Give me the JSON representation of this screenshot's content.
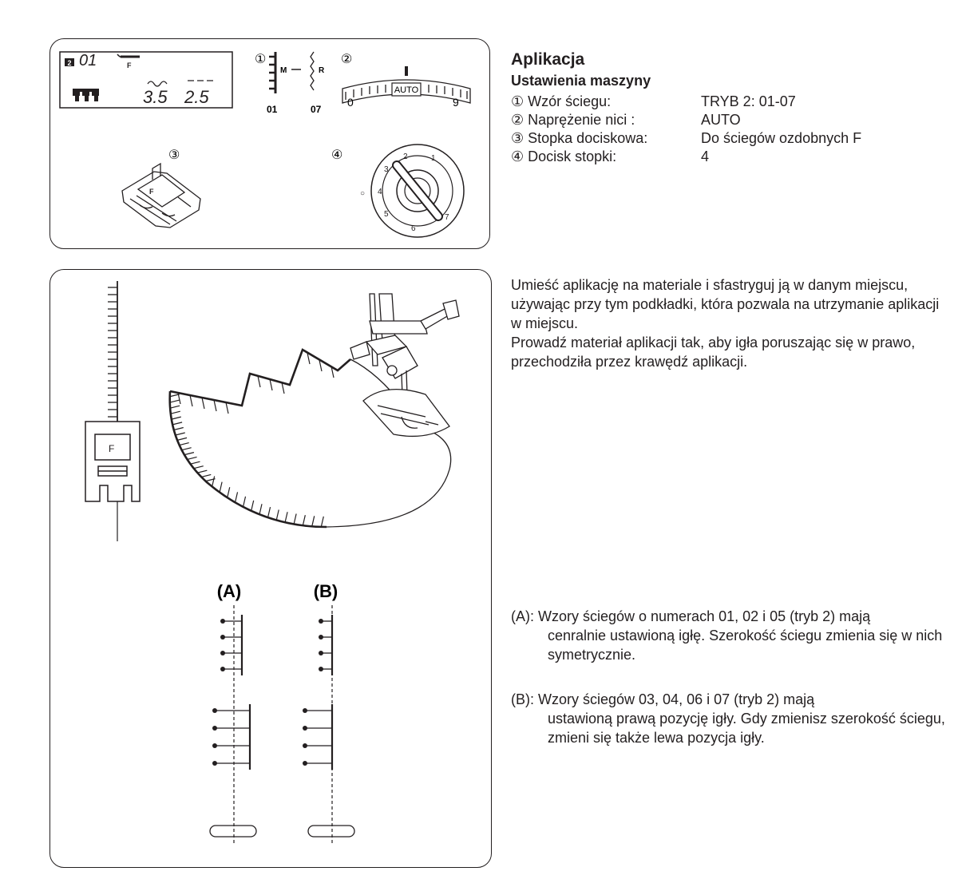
{
  "settings_panel": {
    "lcd": {
      "mode_icon_number": "2",
      "pattern_number": "01",
      "foot_letter": "F",
      "width_value": "3.5",
      "length_value": "2.5"
    },
    "callouts": [
      "①",
      "②",
      "③",
      "④"
    ],
    "stitch_pattern": {
      "left_tag": "M",
      "right_tag": "R",
      "first_number": "01",
      "last_number": "07"
    },
    "tension_dial": {
      "auto_label": "AUTO",
      "min_label": "0",
      "max_label": "9"
    },
    "pressure_dial": {
      "numbers": [
        "1",
        "2",
        "3",
        "4",
        "5",
        "6",
        "7"
      ],
      "zero_label": "○"
    }
  },
  "illustration_panel": {
    "foot_letter": "F",
    "pattern_a_label": "(A)",
    "pattern_b_label": "(B)"
  },
  "heading": {
    "title": "Aplikacja",
    "subtitle": "Ustawienia maszyny"
  },
  "settings": [
    {
      "label": "① Wzór ściegu:",
      "value": "TRYB 2: 01-07"
    },
    {
      "label": "② Naprężenie nici :",
      "value": "AUTO"
    },
    {
      "label": "③ Stopka dociskowa:",
      "value": "Do ściegów ozdobnych F"
    },
    {
      "label": "④ Docisk stopki:",
      "value": "4"
    }
  ],
  "instructions": {
    "line1": "Umieść aplikację na materiale i sfastryguj ją w danym miejscu, używając przy tym podkładki, która pozwala na utrzymanie aplikacji w miejscu.",
    "line2": "Prowadź materiał aplikacji tak, aby igła poruszając się w prawo, przechodziła przez krawędź aplikacji."
  },
  "notes": {
    "a_first": "(A): Wzory ściegów o numerach 01, 02 i 05 (tryb 2) mają",
    "a_rest": "cenralnie ustawioną igłę. Szerokość ściegu zmienia się w nich symetrycznie.",
    "b_first": "(B): Wzory ściegów 03, 04, 06 i 07 (tryb 2) mają",
    "b_rest": "ustawioną prawą pozycję igły. Gdy zmienisz szerokość ściegu, zmieni się także lewa pozycja igły."
  }
}
